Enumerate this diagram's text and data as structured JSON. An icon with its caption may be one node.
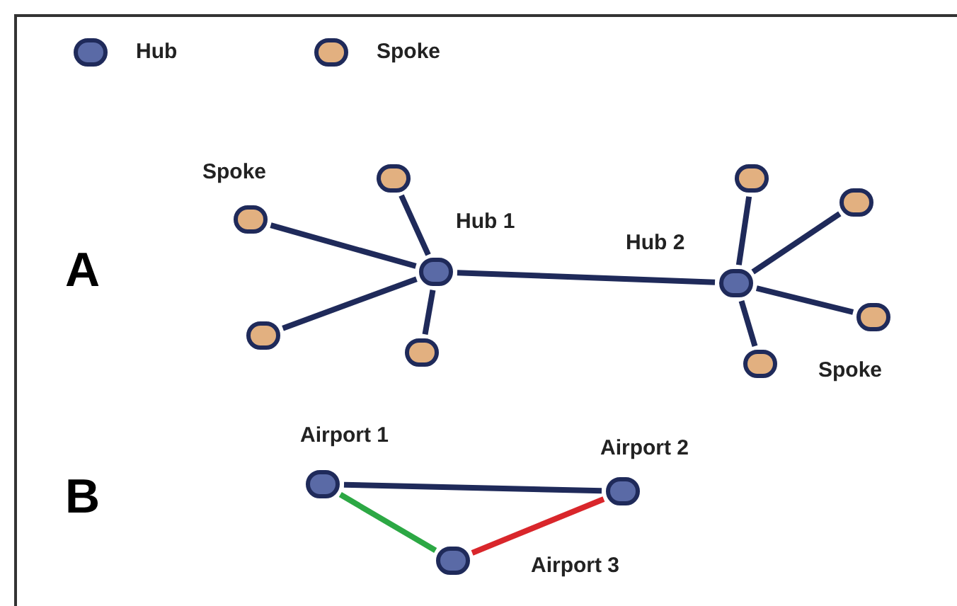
{
  "diagram": {
    "nodes": [
      {
        "text": [],
        "shape": "circle",
        "beside": [
          "Spoke"
        ]
      },
      {
        "text": [],
        "shape": "circle"
      },
      {
        "text": [],
        "shape": "circle",
        "beside": [
          "Hub 1"
        ]
      },
      {
        "text": [],
        "shape": "circle"
      },
      {
        "text": [],
        "shape": "circle"
      },
      {
        "text": [],
        "shape": "circle",
        "beside": [
          "Hub 2"
        ]
      },
      {
        "text": [],
        "shape": "circle"
      },
      {
        "text": [],
        "shape": "circle"
      },
      {
        "text": [],
        "shape": "circle"
      },
      {
        "text": [],
        "shape": "circle",
        "beside": [
          "Spoke"
        ]
      },
      {
        "text": [],
        "shape": "circle",
        "beside": [
          "Airport 1"
        ]
      },
      {
        "text": [],
        "shape": "circle",
        "beside": [
          "Airport 2"
        ]
      },
      {
        "text": [],
        "shape": "circle",
        "beside": [
          "Airport 3"
        ]
      }
    ],
    "edges": [
      {
        "from": 0,
        "to": 2,
        "arrow": "none"
      },
      {
        "from": 1,
        "to": 2,
        "arrow": "none"
      },
      {
        "from": 3,
        "to": 2,
        "arrow": "none"
      },
      {
        "from": 4,
        "to": 2,
        "arrow": "none"
      },
      {
        "from": 2,
        "to": 5,
        "arrow": "none"
      },
      {
        "from": 6,
        "to": 5,
        "arrow": "none"
      },
      {
        "from": 7,
        "to": 5,
        "arrow": "none"
      },
      {
        "from": 8,
        "to": 5,
        "arrow": "none"
      },
      {
        "from": 9,
        "to": 5,
        "arrow": "none"
      },
      {
        "from": 10,
        "to": 11,
        "arrow": "none"
      },
      {
        "from": 10,
        "to": 12,
        "arrow": "none",
        "color": "#2ca844"
      },
      {
        "from": 12,
        "to": 11,
        "arrow": "none",
        "color": "#d9262b"
      }
    ],
    "labels": [
      "A",
      "B"
    ],
    "legend": [
      {
        "text": "Hub",
        "color": "#5a6aa6"
      },
      {
        "text": "Spoke",
        "color": "#e2b080"
      }
    ]
  }
}
